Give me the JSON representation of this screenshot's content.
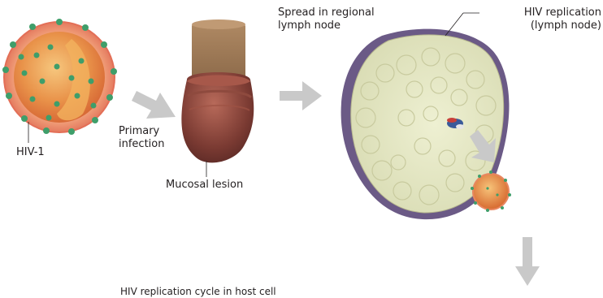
{
  "labels": {
    "hiv1": "HIV-1",
    "primary_infection_line1": "Primary",
    "primary_infection_line2": "infection",
    "mucosal_lesion": "Mucosal lesion",
    "spread_line1": "Spread in regional",
    "spread_line2": "lymph node",
    "replication_line1": "HIV replication",
    "replication_line2": "(lymph node)",
    "bottom_caption": "HIV replication cycle in host cell"
  }
}
